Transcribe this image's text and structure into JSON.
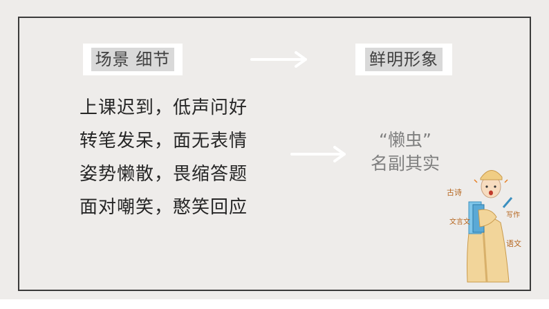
{
  "slide": {
    "left_tag": "场景  细节",
    "right_tag": "鲜明形象",
    "detail_lines": [
      "上课迟到，低声问好",
      "转笔发呆，面无表情",
      "姿势懒散，畏缩答题",
      "面对嘲笑，憨笑回应"
    ],
    "result_line1": "“懒虫”",
    "result_line2": "名副其实"
  },
  "illustration": {
    "label_1": "古诗",
    "label_2": "文言文",
    "label_3": "写作",
    "label_4": "语文"
  },
  "colors": {
    "background": "#eeecea",
    "frame": "#3a3a3a",
    "tag_fill": "#d9d9d9",
    "text_dark": "#262626",
    "text_gray": "#7f7f7f"
  }
}
